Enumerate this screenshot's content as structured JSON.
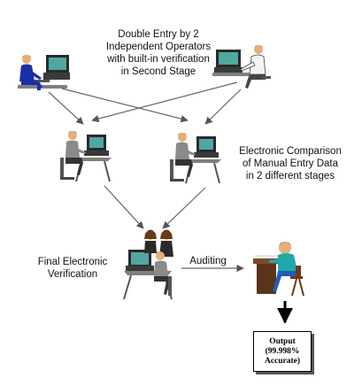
{
  "labels": {
    "top": [
      "Double Entry by 2",
      "Independent Operators",
      "with built-in verification",
      "in Second Stage"
    ],
    "right": [
      "Electronic Comparison",
      "of Manual Entry Data",
      "in 2 different stages"
    ],
    "final": [
      "Final Electronic",
      "Verification"
    ],
    "auditing": "Auditing"
  },
  "output": [
    "Output",
    "(99.998%",
    "Accurate)"
  ],
  "colors": {
    "operator_blue": "#1a2fa8",
    "operator_white": "#f2f2f2",
    "monitor_dark": "#2a2a2a",
    "screen_teal": "#4fa8a0",
    "desk_gray": "#7f7f7f",
    "skin": "#e3b07a",
    "hair_brown": "#6b3a1a",
    "auditor_shirt": "#20a8a8",
    "auditor_pants": "#1f5fb5",
    "desk_brown": "#7a4a26",
    "arrow_gray": "#666666",
    "arrow_black": "#000000"
  },
  "icons": [
    "operator-left-icon",
    "operator-right-icon",
    "comparator-left-icon",
    "comparator-right-icon",
    "verification-team-icon",
    "auditor-icon"
  ]
}
